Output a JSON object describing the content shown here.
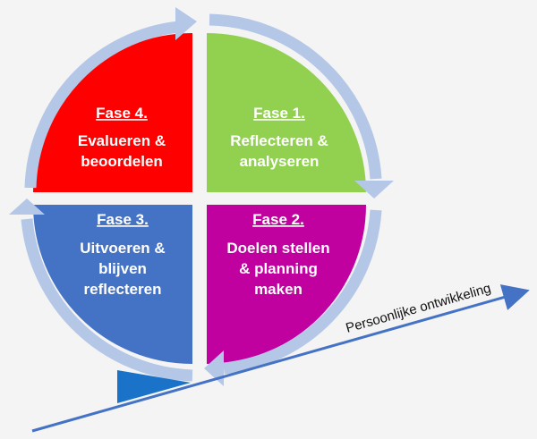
{
  "phases": [
    {
      "title": "Fase 1.",
      "lines": [
        "Reflecteren &",
        "analyseren"
      ],
      "color": "#92d050"
    },
    {
      "title": "Fase 2.",
      "lines": [
        "Doelen stellen",
        "& planning",
        "maken"
      ],
      "color": "#c0009f"
    },
    {
      "title": "Fase 3.",
      "lines": [
        "Uitvoeren &",
        "blijven",
        "reflecteren"
      ],
      "color": "#4472c4"
    },
    {
      "title": "Fase 4.",
      "lines": [
        "Evalueren &",
        "beoordelen"
      ],
      "color": "#ff0000"
    }
  ],
  "axis": {
    "label": "Persoonlijke ontwikkeling",
    "color": "#4472c4"
  },
  "ring_color": "#b4c7e7"
}
